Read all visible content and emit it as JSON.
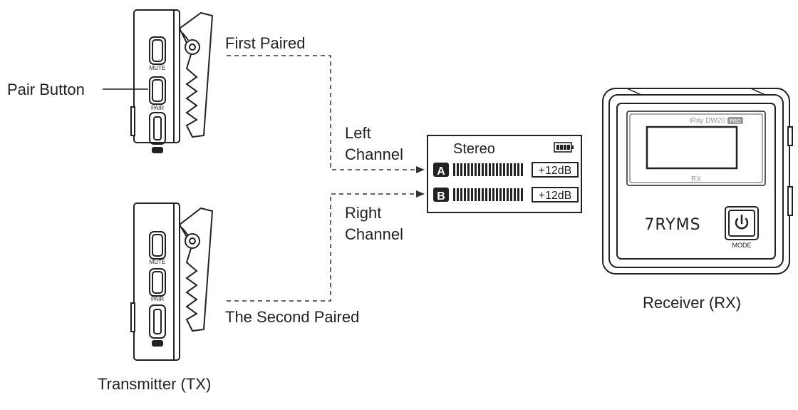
{
  "labels": {
    "pair_button": "Pair Button",
    "first_paired": "First Paired",
    "second_paired": "The Second Paired",
    "left_channel": [
      "Left",
      "Channel"
    ],
    "right_channel": [
      "Right",
      "Channel"
    ],
    "transmitter": "Transmitter (TX)",
    "receiver": "Receiver (RX)"
  },
  "transmitter": {
    "mute_label": "MUTE",
    "pair_label": "PAIR"
  },
  "display": {
    "mode": "Stereo",
    "channels": [
      {
        "id": "A",
        "gain": "+12dB"
      },
      {
        "id": "B",
        "gain": "+12dB"
      }
    ]
  },
  "receiver": {
    "model": "iRay DW20",
    "model_badge": "PRO",
    "screen_label": "RX",
    "brand": "7RYMS",
    "mode_label": "MODE"
  },
  "icons": [
    "battery-icon",
    "power-icon",
    "usb-c-port-icon",
    "clip-icon"
  ]
}
